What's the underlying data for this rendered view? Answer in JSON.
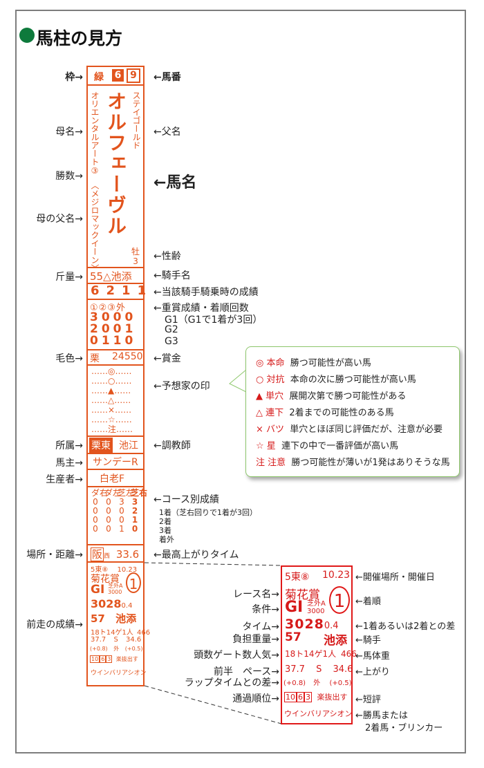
{
  "title": "馬柱の見方",
  "colors": {
    "orange": "#e2541d",
    "red": "#e01818",
    "green": "#0e7a3c"
  },
  "card": {
    "waku_color": "緑",
    "waku_num": "6",
    "horse_num": "9",
    "sire": "ステイゴールド",
    "name": "オルフェーヴル",
    "dam": "オリエンタルアート③",
    "dam_sire": "〈メジロマックイーン〉",
    "sex": "牡",
    "age": "3",
    "weight_jockey": "55△池添",
    "jockey_record": "6211",
    "grade_header": "①②③外",
    "grade_rows": [
      "3000",
      "2001",
      "0110"
    ],
    "coat": "栗",
    "prize": "24550",
    "marks": [
      "◎",
      "○",
      "▲",
      "△",
      "×",
      "☆",
      "注"
    ],
    "stable_region": "栗東",
    "trainer": "池江",
    "owner": "サンデーR",
    "breeder": "白老F",
    "course_headers": [
      "ダ右",
      "ダ左",
      "芝左",
      "芝右"
    ],
    "course_cols": [
      [
        "0",
        "0",
        "0",
        "0"
      ],
      [
        "0",
        "0",
        "0",
        "0"
      ],
      [
        "3",
        "0",
        "0",
        "1"
      ],
      [
        "3",
        "2",
        "1",
        "0"
      ]
    ],
    "best_place": "阪",
    "best_place_sub": "西",
    "best_time": "33.6",
    "prev_date_place": "5東⑧",
    "prev_date": "10.23",
    "prev_race": "菊花賞",
    "prev_grade": "GI",
    "prev_cond_top": "芝外A",
    "prev_cond_bottom": "3000",
    "prev_result": "1",
    "prev_time": "3028",
    "prev_diff": "0.4",
    "prev_weight": "57",
    "prev_jockey": "池添",
    "prev_field": "18ト14ゲ1人",
    "prev_horse_weight": "466",
    "prev_pace_first": "37.7",
    "prev_pace": "S",
    "prev_pace_last": "34.6",
    "prev_lap_diff1": "(+0.8)",
    "prev_lap_outer": "外",
    "prev_lap_diff2": "(+0.5)",
    "prev_pos": [
      "10",
      "6",
      "3"
    ],
    "prev_comment": "楽抜出す",
    "prev_second": "ウインバリアシオン"
  },
  "left_labels": {
    "waku": "枠→",
    "dam": "母名→",
    "wins": "勝数→",
    "dam_sire": "母の父名→",
    "weight": "斤量→",
    "coat": "毛色→",
    "affiliation": "所属→",
    "owner": "馬主→",
    "breeder": "生産者→",
    "place_distance": "場所・距離→",
    "prev_results": "前走の成績→"
  },
  "right_labels": {
    "horse_num": "←馬番",
    "sire": "←父名",
    "name": "←馬名",
    "sex_age": "←性齢",
    "jockey": "←騎手名",
    "jockey_record": "←当該騎手騎乗時の成績",
    "grade_record": "←重賞成績・着順回数",
    "g1": "G1（G1で1着が3回）",
    "g2": "G2",
    "g3": "G3",
    "prize": "←賞金",
    "marks": "←予想家の印",
    "trainer": "←調教師",
    "course_record": "←コース別成績",
    "course_note1": "1着（芝右回りで1着が3回）",
    "course_note2": "2着",
    "course_note3": "3着",
    "course_note4": "着外",
    "best_time": "←最高上がりタイム"
  },
  "legend": [
    {
      "sym": "◎ 本命",
      "text": "勝つ可能性が高い馬"
    },
    {
      "sym": "○ 対抗",
      "text": "本命の次に勝つ可能性が高い馬"
    },
    {
      "sym": "▲ 単穴",
      "text": "展開次第で勝つ可能性がある"
    },
    {
      "sym": "△ 連下",
      "text": "2着までの可能性のある馬"
    },
    {
      "sym": "× バツ",
      "text": "単穴とほぼ同じ評価だが、注意が必要"
    },
    {
      "sym": "☆ 星",
      "text": "連下の中で一番評価が高い馬"
    },
    {
      "sym": "注 注意",
      "text": "勝つ可能性が薄いが1発はありそうな馬"
    }
  ],
  "detail_left": {
    "race": "レース名→",
    "cond": "条件→",
    "time": "タイム→",
    "weight": "負担重量→",
    "field": "頭数ゲート数人気→",
    "pace": "前半　ペース→",
    "lap": "ラップタイムとの差→",
    "pos": "通過順位→"
  },
  "detail_right": {
    "date": "←開催場所・開催日",
    "result": "←着順",
    "diff": "←1着あるいは2着との差",
    "jockey": "←騎手",
    "horse_weight": "←馬体重",
    "last": "←上がり",
    "comment": "←短評",
    "second1": "←勝馬または",
    "second2": "2着馬・ブリンカー"
  }
}
